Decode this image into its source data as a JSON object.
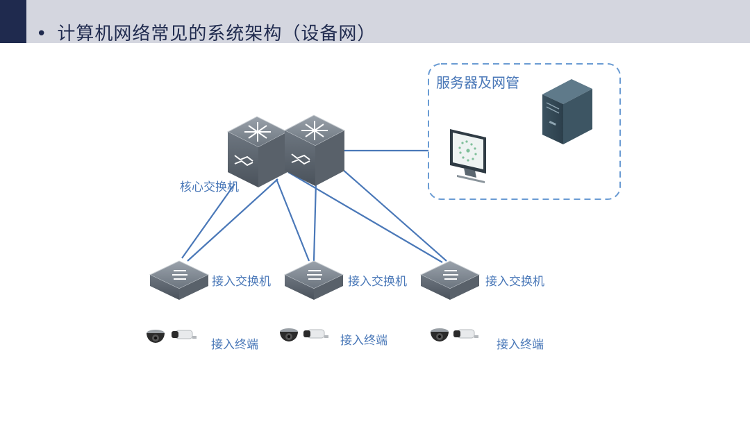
{
  "header": {
    "title": "计算机网络常见的系统架构（设备网）",
    "bullet": "•"
  },
  "diagram": {
    "core_switch_label": "核心交换机",
    "access_switch_labels": [
      "接入交换机",
      "接入交换机",
      "接入交换机"
    ],
    "terminal_labels": [
      "接入终端",
      "接入终端",
      "接入终端"
    ],
    "server_group_label": "服务器及网管"
  },
  "colors": {
    "header_bg": "#d4d6df",
    "header_accent": "#1f2a4e",
    "label_text": "#4a78b8",
    "link_line": "#4a78b8"
  }
}
